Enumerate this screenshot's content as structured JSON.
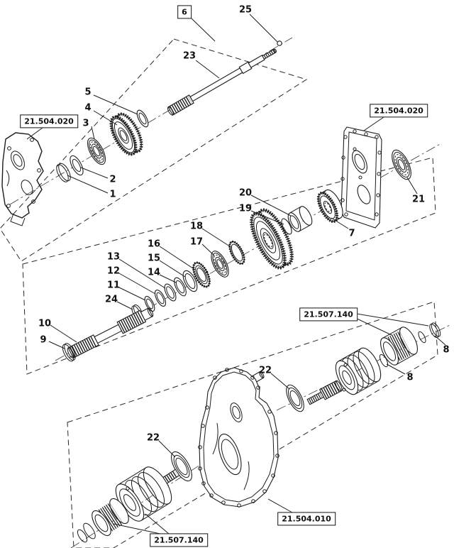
{
  "figure": {
    "type": "exploded-parts-diagram",
    "background": "#ffffff",
    "line_color": "#1c1c1c"
  },
  "callouts": [
    {
      "label": "6",
      "boxed": true
    },
    {
      "label": "25"
    },
    {
      "label": "23"
    },
    {
      "label": "5"
    },
    {
      "label": "4"
    },
    {
      "label": "3"
    },
    {
      "label": "2"
    },
    {
      "label": "1"
    },
    {
      "label": "21"
    },
    {
      "label": "20"
    },
    {
      "label": "19"
    },
    {
      "label": "7"
    },
    {
      "label": "18"
    },
    {
      "label": "17"
    },
    {
      "label": "16"
    },
    {
      "label": "15"
    },
    {
      "label": "14"
    },
    {
      "label": "13"
    },
    {
      "label": "12"
    },
    {
      "label": "11"
    },
    {
      "label": "24"
    },
    {
      "label": "10"
    },
    {
      "label": "9"
    },
    {
      "label": "8"
    },
    {
      "label": "8"
    },
    {
      "label": "22"
    },
    {
      "label": "22"
    }
  ],
  "ref_boxes": [
    {
      "label": "21.504.020"
    },
    {
      "label": "21.504.020"
    },
    {
      "label": "21.507.140"
    },
    {
      "label": "21.504.010"
    },
    {
      "label": "21.507.140"
    }
  ]
}
